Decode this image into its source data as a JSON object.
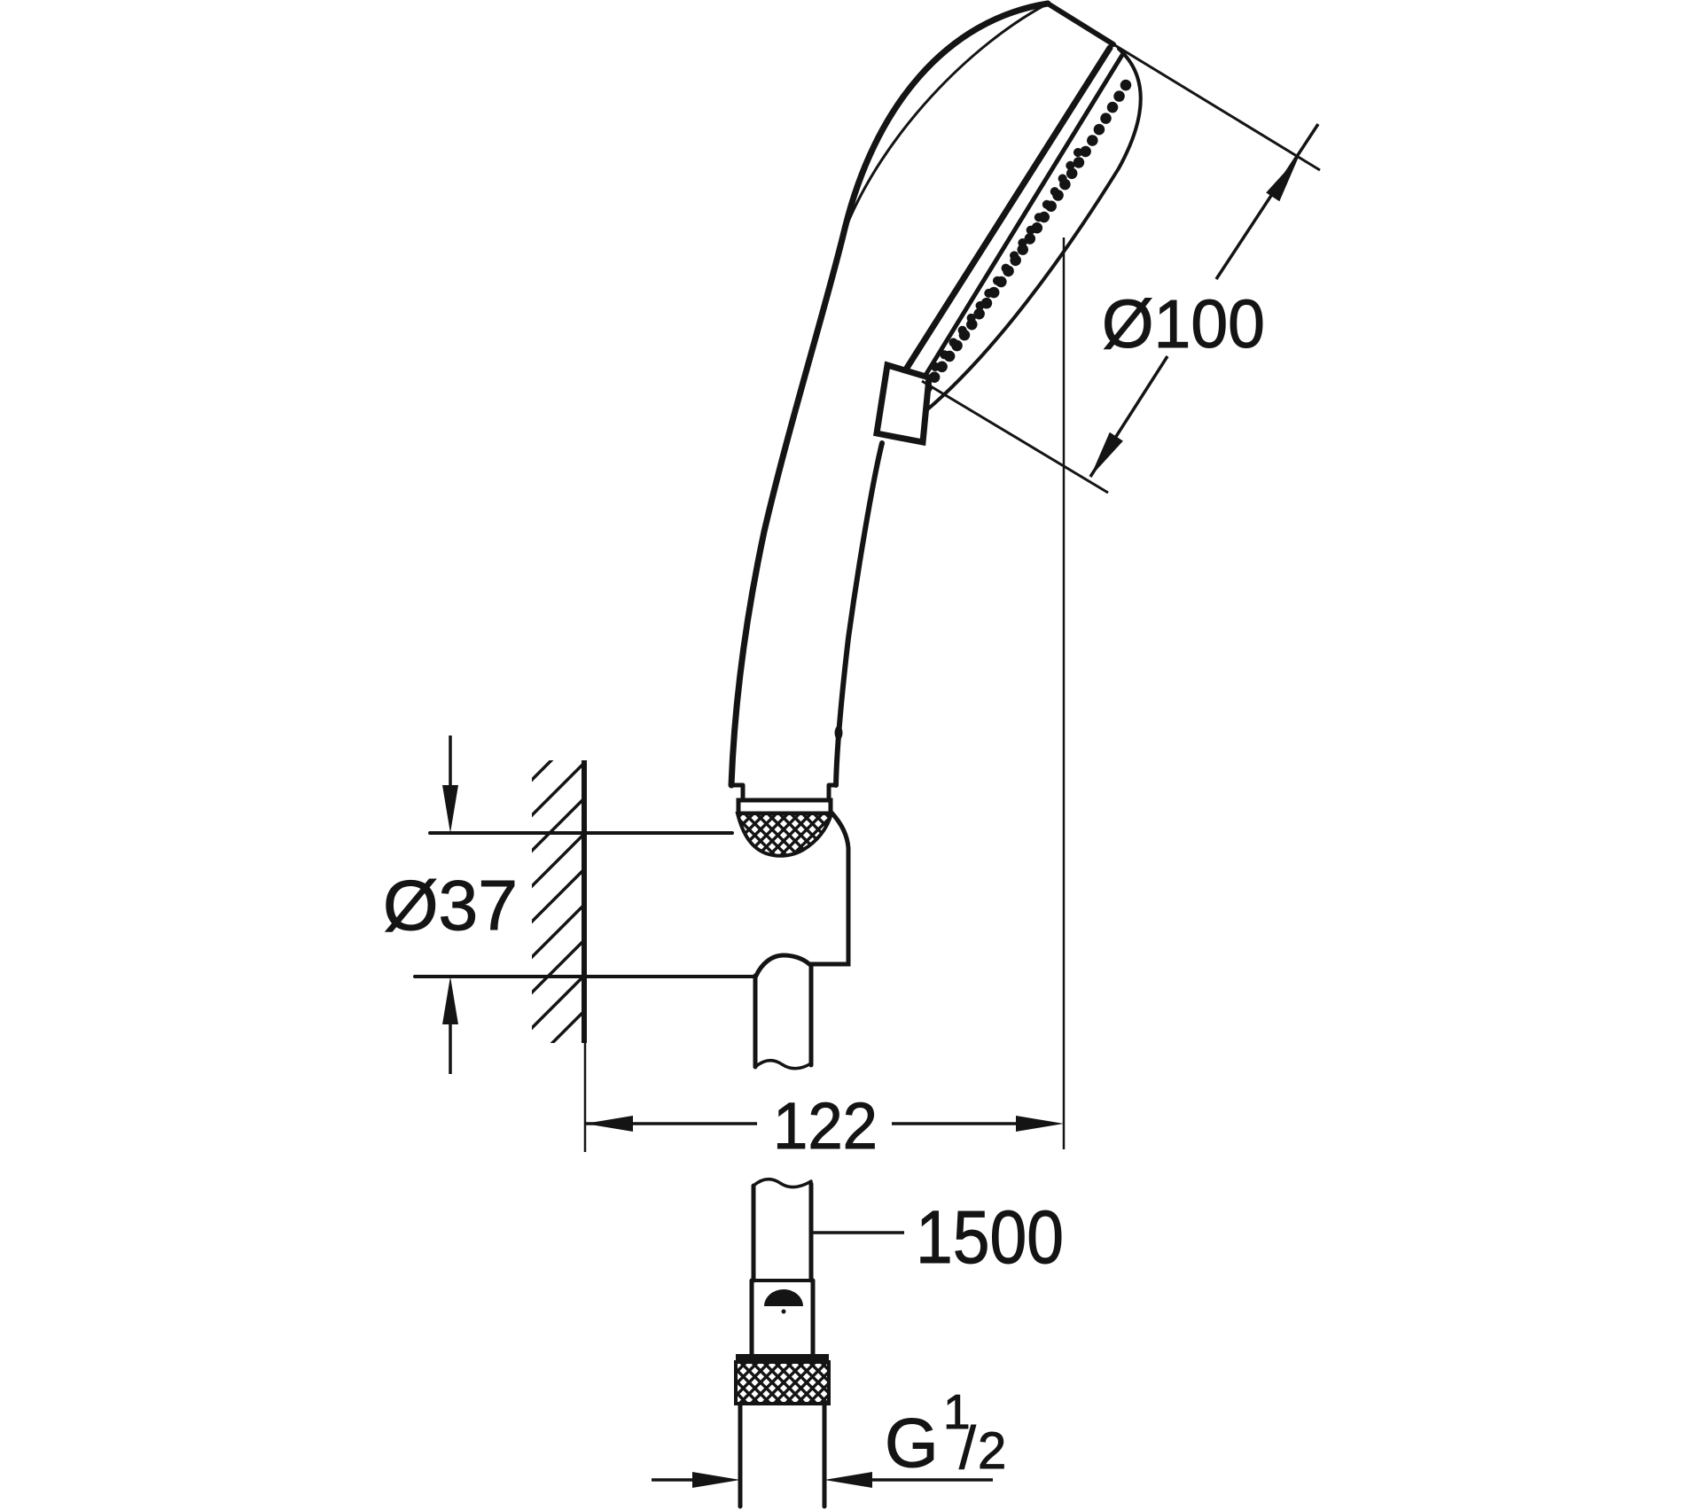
{
  "drawing": {
    "type": "technical-dimension-drawing",
    "subject": "hand shower set with wall holder, shower hose and thread connector",
    "line_color": "#141414",
    "background_color": "#ffffff",
    "dimensions": {
      "head_diameter": "Ø100",
      "holder_diameter": "Ø37",
      "wall_distance": "122",
      "hose_length": "1500",
      "thread_prefix": "G",
      "thread_numerator": "1",
      "thread_slash": "/",
      "thread_denominator": "2"
    }
  }
}
